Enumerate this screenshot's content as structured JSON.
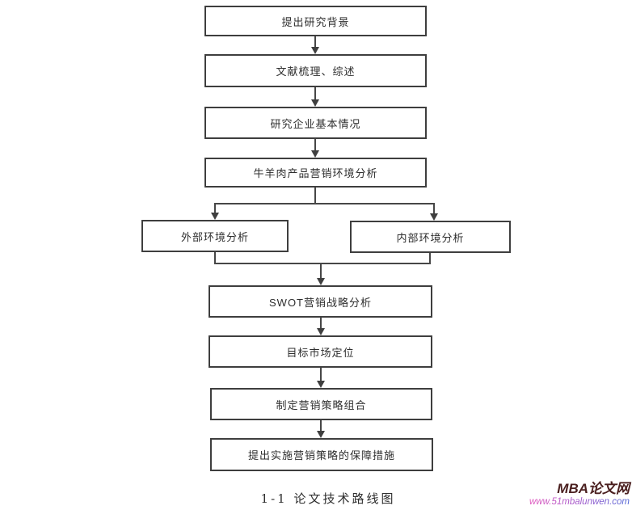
{
  "figure": {
    "caption": "1-1 论文技术路线图"
  },
  "flowchart": {
    "type": "top-down-flow",
    "nodes": [
      {
        "id": "research-background",
        "label": "提出研究背景"
      },
      {
        "id": "literature-review",
        "label": "文献梳理、综述"
      },
      {
        "id": "enterprise-basics",
        "label": "研究企业基本情况"
      },
      {
        "id": "marketing-environment",
        "label": "牛羊肉产品营销环境分析"
      },
      {
        "id": "external-environment",
        "label": "外部环境分析"
      },
      {
        "id": "internal-environment",
        "label": "内部环境分析"
      },
      {
        "id": "swot-analysis",
        "label": "SWOT营销战略分析"
      },
      {
        "id": "target-market",
        "label": "目标市场定位"
      },
      {
        "id": "marketing-mix",
        "label": "制定营销策略组合"
      },
      {
        "id": "safeguard-measures",
        "label": "提出实施营销策略的保障措施"
      }
    ],
    "edges": [
      [
        "research-background",
        "literature-review"
      ],
      [
        "literature-review",
        "enterprise-basics"
      ],
      [
        "enterprise-basics",
        "marketing-environment"
      ],
      [
        "marketing-environment",
        "external-environment"
      ],
      [
        "marketing-environment",
        "internal-environment"
      ],
      [
        "external-environment",
        "swot-analysis"
      ],
      [
        "internal-environment",
        "swot-analysis"
      ],
      [
        "swot-analysis",
        "target-market"
      ],
      [
        "target-market",
        "marketing-mix"
      ],
      [
        "marketing-mix",
        "safeguard-measures"
      ]
    ]
  },
  "watermark": {
    "site_name": "MBA论文网",
    "site_url": "www.51mbalunwen.com",
    "name_color": "#4b2020",
    "url_gradient_start": "#e255bd",
    "url_gradient_end": "#4f66d6"
  },
  "colors": {
    "background": "#ffffff",
    "box_border": "#3e3e3e",
    "box_fill": "#ffffff",
    "connector_line": "#474747",
    "text": "#2e2e2e"
  }
}
